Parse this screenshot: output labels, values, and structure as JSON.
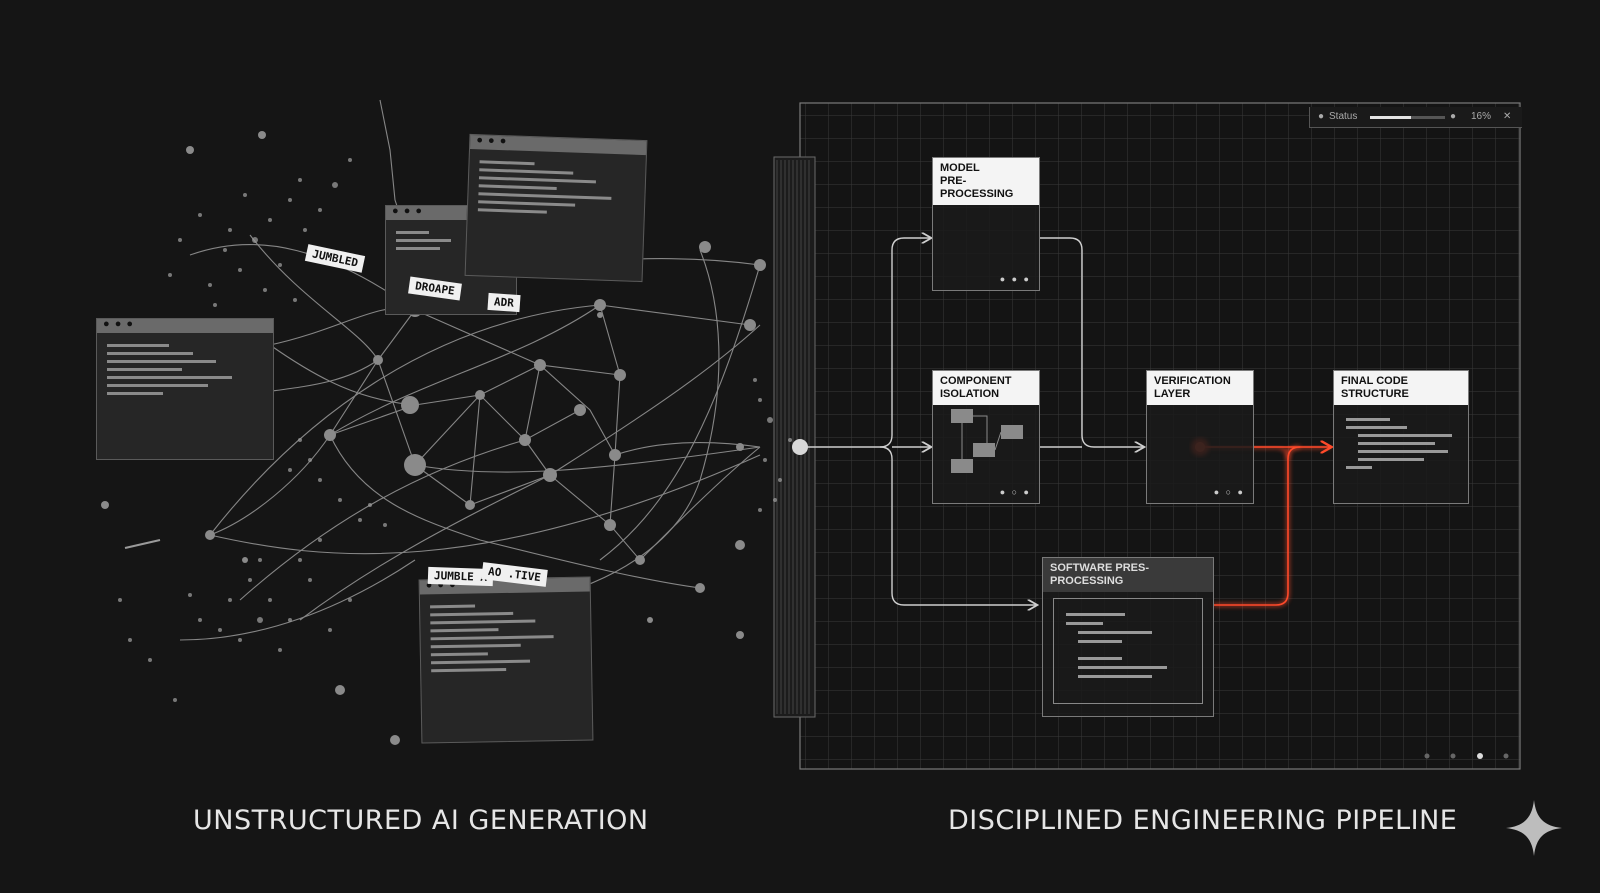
{
  "left_caption": "UNSTRUCTURED AI GENERATION",
  "right_caption": "DISCIPLINED ENGINEERING PIPELINE",
  "left_tags": {
    "jumbled": "JUMBLED",
    "dropped": "DROAPE",
    "ador": "ADR",
    "jumble_a": "JUMBLE A",
    "ative": "AO .TIVE"
  },
  "status": {
    "label": "Status",
    "percent_text": "16%",
    "progress": 0.55,
    "close_glyph": "✕"
  },
  "pipeline": {
    "model_preprocessing": "MODEL\nPRE-PROCESSING",
    "component_isolation": "COMPONENT ISOLATION",
    "verification_layer": "VERIFICATION LAYER",
    "final_code_structure": "FINAL CODE STRUCTURE",
    "software_preprocessing": "SOFTWARE PRES-PROCESSING"
  },
  "colors": {
    "background": "#151515",
    "accent": "#ff4a2a",
    "grid": "#3a3a3a",
    "line": "#c8c8c8"
  },
  "icons": {
    "sparkle": "four-point-star-icon"
  }
}
